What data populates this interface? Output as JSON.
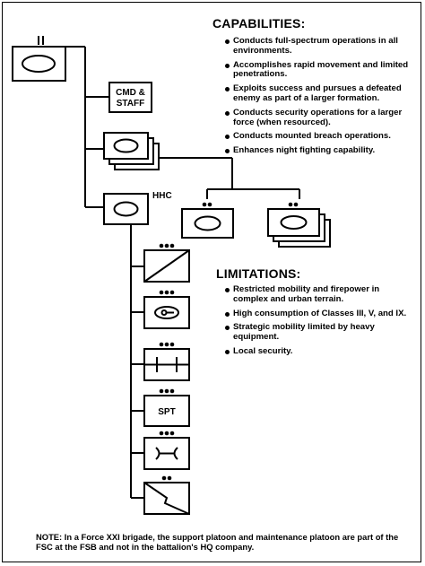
{
  "capabilities": {
    "heading": "CAPABILITIES:",
    "items": [
      "Conducts full-spectrum operations in all environments.",
      "Accomplishes rapid movement and limited penetrations.",
      "Exploits success and pursues a defeated enemy as part of a larger formation.",
      "Conducts security operations for a larger force (when resourced).",
      "Conducts mounted breach operations.",
      "Enhances night fighting capability."
    ]
  },
  "limitations": {
    "heading": "LIMITATIONS:",
    "items": [
      "Restricted mobility and firepower in complex and urban terrain.",
      "High consumption of Classes III, V, and IX.",
      "Strategic mobility limited by heavy equipment.",
      "Local security."
    ]
  },
  "diagram": {
    "cmd_staff_line1": "CMD &",
    "cmd_staff_line2": "STAFF",
    "hhc_label": "HHC",
    "support_label": "SPT"
  },
  "note": {
    "label": "NOTE:",
    "text": "In a Force XXI brigade, the support platoon and maintenance platoon are part of the FSC at the FSB and not in the battalion's HQ company."
  }
}
